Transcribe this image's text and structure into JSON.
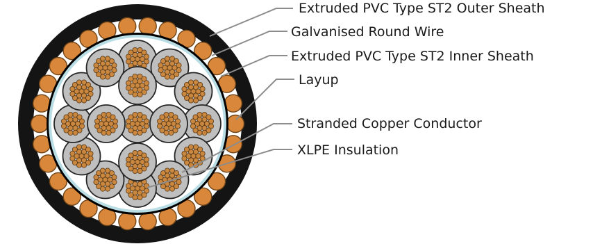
{
  "labels": {
    "outer_sheath": "Extruded PVC Type ST2 Outer Sheath",
    "armour_wire": "Galvanised Round Wire",
    "inner_sheath": "Extruded PVC Type ST2 Inner Sheath",
    "layup": "Layup",
    "conductor": "Stranded Copper Conductor",
    "insulation": "XLPE Insulation"
  },
  "colors": {
    "outer_sheath": "#141414",
    "armour_wire": "#d9873a",
    "armour_wire_stroke": "#6e4317",
    "inner_sheath": "#ffffff",
    "bedding_ring": "#b9dde4",
    "insulation": "#bfbfbf",
    "insulation_stroke": "#262626",
    "copper": "#c9873f",
    "copper_stroke": "#5a3a17",
    "leader_line": "#8c8c8c",
    "text": "#1a1a1a"
  }
}
